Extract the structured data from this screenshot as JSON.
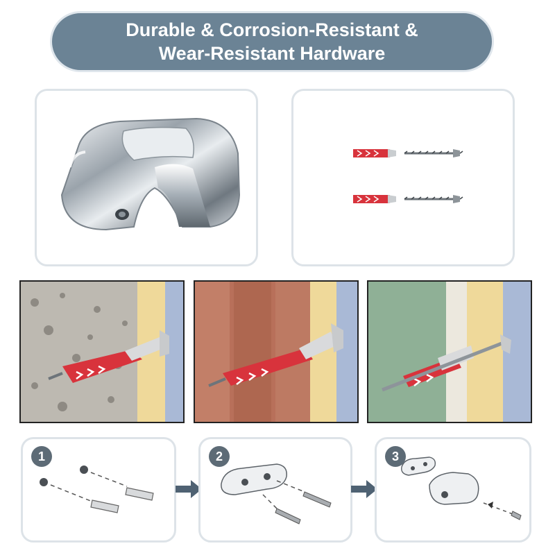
{
  "banner": {
    "line1": "Durable & Corrosion-Resistant &",
    "line2": "Wear-Resistant Hardware"
  },
  "steps": [
    {
      "number": "1"
    },
    {
      "number": "2"
    },
    {
      "number": "3"
    }
  ],
  "colors": {
    "banner_bg": "#6b8395",
    "anchor_red": "#d8333c",
    "arrow": "#4f6273",
    "step_badge": "#5d6b76"
  }
}
